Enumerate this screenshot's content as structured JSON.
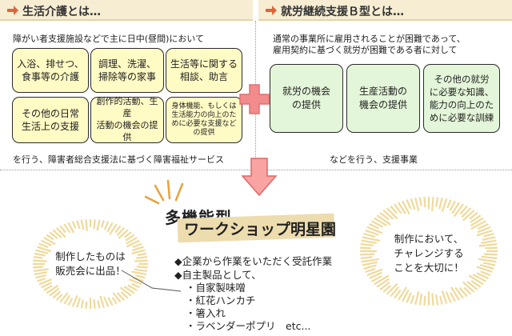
{
  "left": {
    "title": "生活介護とは…",
    "intro": "障がい者支援施設などで主に日中(昼間)において",
    "services": [
      "入浴、排せつ、\n食事等の介護",
      "調理、洗濯、\n掃除等の家事",
      "生活等に関する\n相談、助言",
      "その他の日常\n生活上の支援",
      "創作的活動、生産\n活動の機会の提供",
      "身体機能、もしくは\n生活能力の向上のた\nめに必要な支援など\nの提供"
    ],
    "footer": "を行う、障害者総合支援法に基づく障害福祉サービス"
  },
  "right": {
    "title": "就労継続支援Ｂ型とは…",
    "intro_line1": "通常の事業所に雇用されることが困難であって、",
    "intro_line2": "雇用契約に基づく就労が困難である者に対して",
    "services": [
      "就労の機会\nの提供",
      "生産活動の\n機会の提供",
      "その他の就労\nに必要な知識、\n能力の向上のた\nめに必要な訓練"
    ],
    "footer": "などを行う、支援事業"
  },
  "facility": {
    "line1": "多機能型",
    "line2": "ワークショップ明星園"
  },
  "left_bubble": "制作したものは\n販売会に出品！",
  "right_bubble": "制作において、\nチャレンジする\nことを大切に！",
  "work": {
    "item1": "◆企業から作業をいただく受託作業",
    "item2": "◆自主製品として、",
    "products": [
      "・自家製味噌",
      "・紅花ハンカチ",
      "・箸入れ",
      "・ラベンダーポプリ　etc..."
    ]
  },
  "colors": {
    "header_bg": "#f6edd3",
    "header_arrow": "#e0643a",
    "yellow_box": "#fffbc4",
    "green_box": "#e4f6d9",
    "plus": "#f28c8c",
    "down_arrow": "#f9a3a3",
    "burst": "#f0d99a",
    "facility_band": "#eddcae"
  }
}
